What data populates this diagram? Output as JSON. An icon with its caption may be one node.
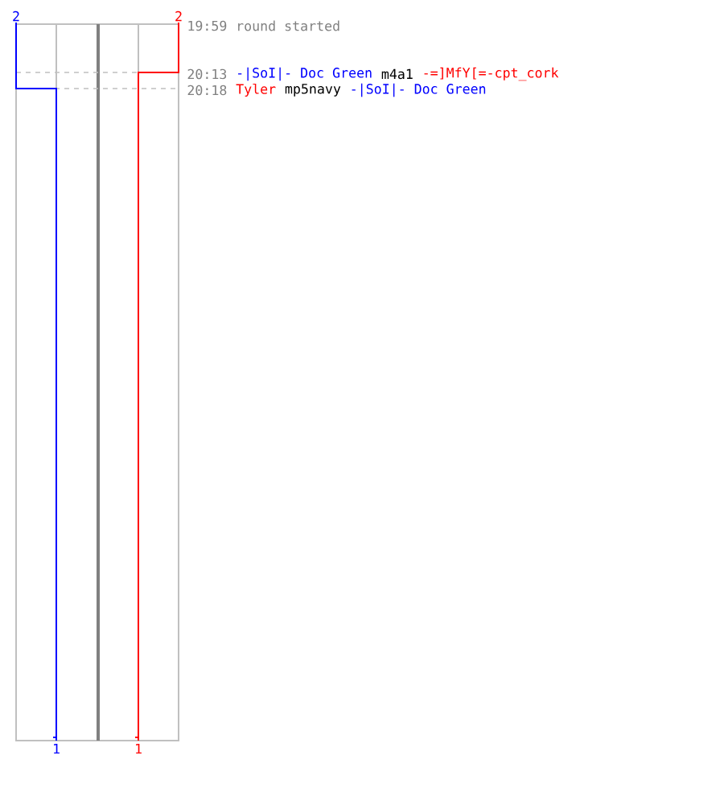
{
  "diagram": {
    "labels": [
      "2",
      "2",
      "19:59",
      "round started",
      "20:13",
      "-|SoI|- Doc Green",
      "m4a1",
      "-=]MfY[=-cpt_cork",
      "20:18",
      "Tyler",
      "mp5navy",
      "-|SoI|- Doc Green",
      "1",
      "1"
    ]
  }
}
